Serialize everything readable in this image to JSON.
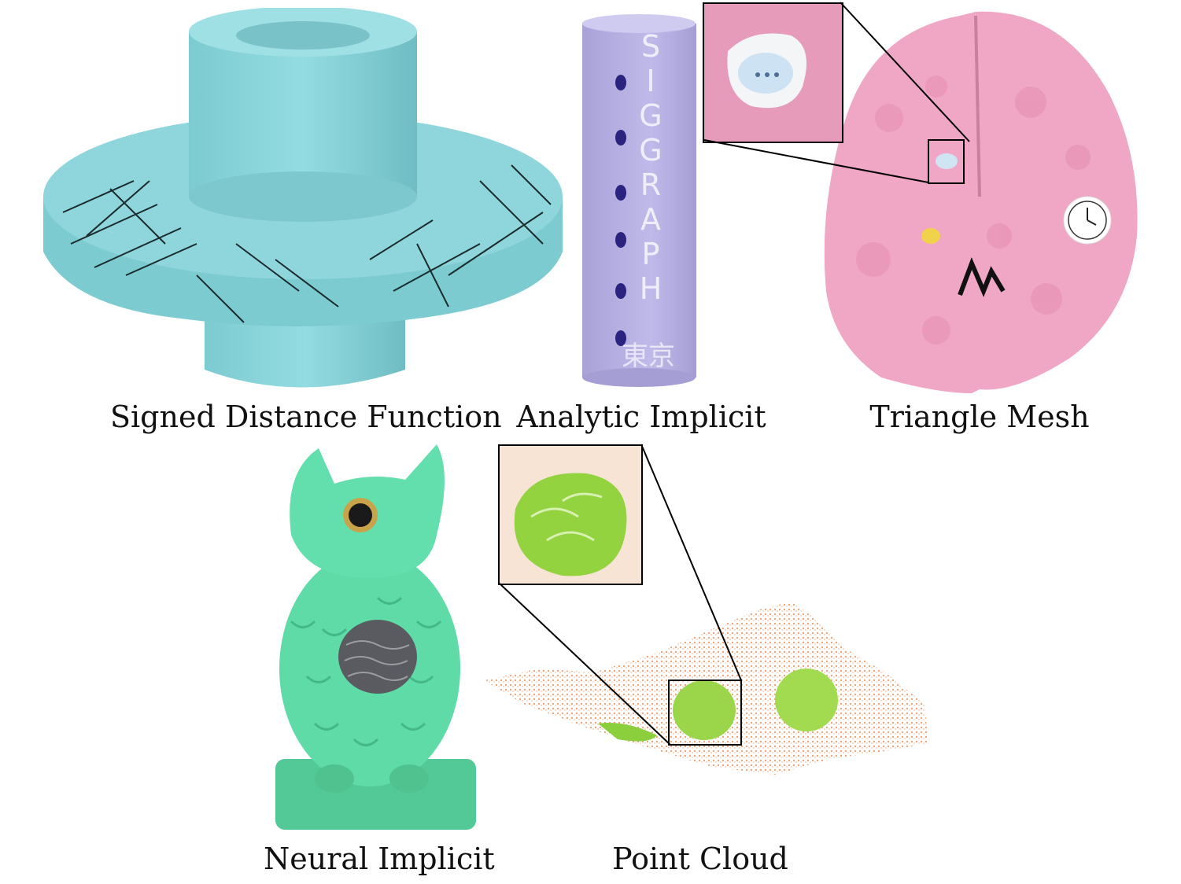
{
  "captions": {
    "sdf": "Signed Distance Function",
    "analytic": "Analytic Implicit",
    "mesh": "Triangle Mesh",
    "neural": "Neural Implicit",
    "points": "Point Cloud"
  },
  "cylinder_text": {
    "letters": [
      "S",
      "I",
      "G",
      "G",
      "R",
      "A",
      "P",
      "H"
    ],
    "kanji": "東京"
  },
  "colors": {
    "sdf_teal": "#86d3d9",
    "cylinder_purple": "#b9b3e6",
    "brain_pink": "#f1a6c6",
    "owl_green": "#5fdba8",
    "point_cloud": "#f3c8a8",
    "lettuce_green": "#8ccf3c"
  }
}
